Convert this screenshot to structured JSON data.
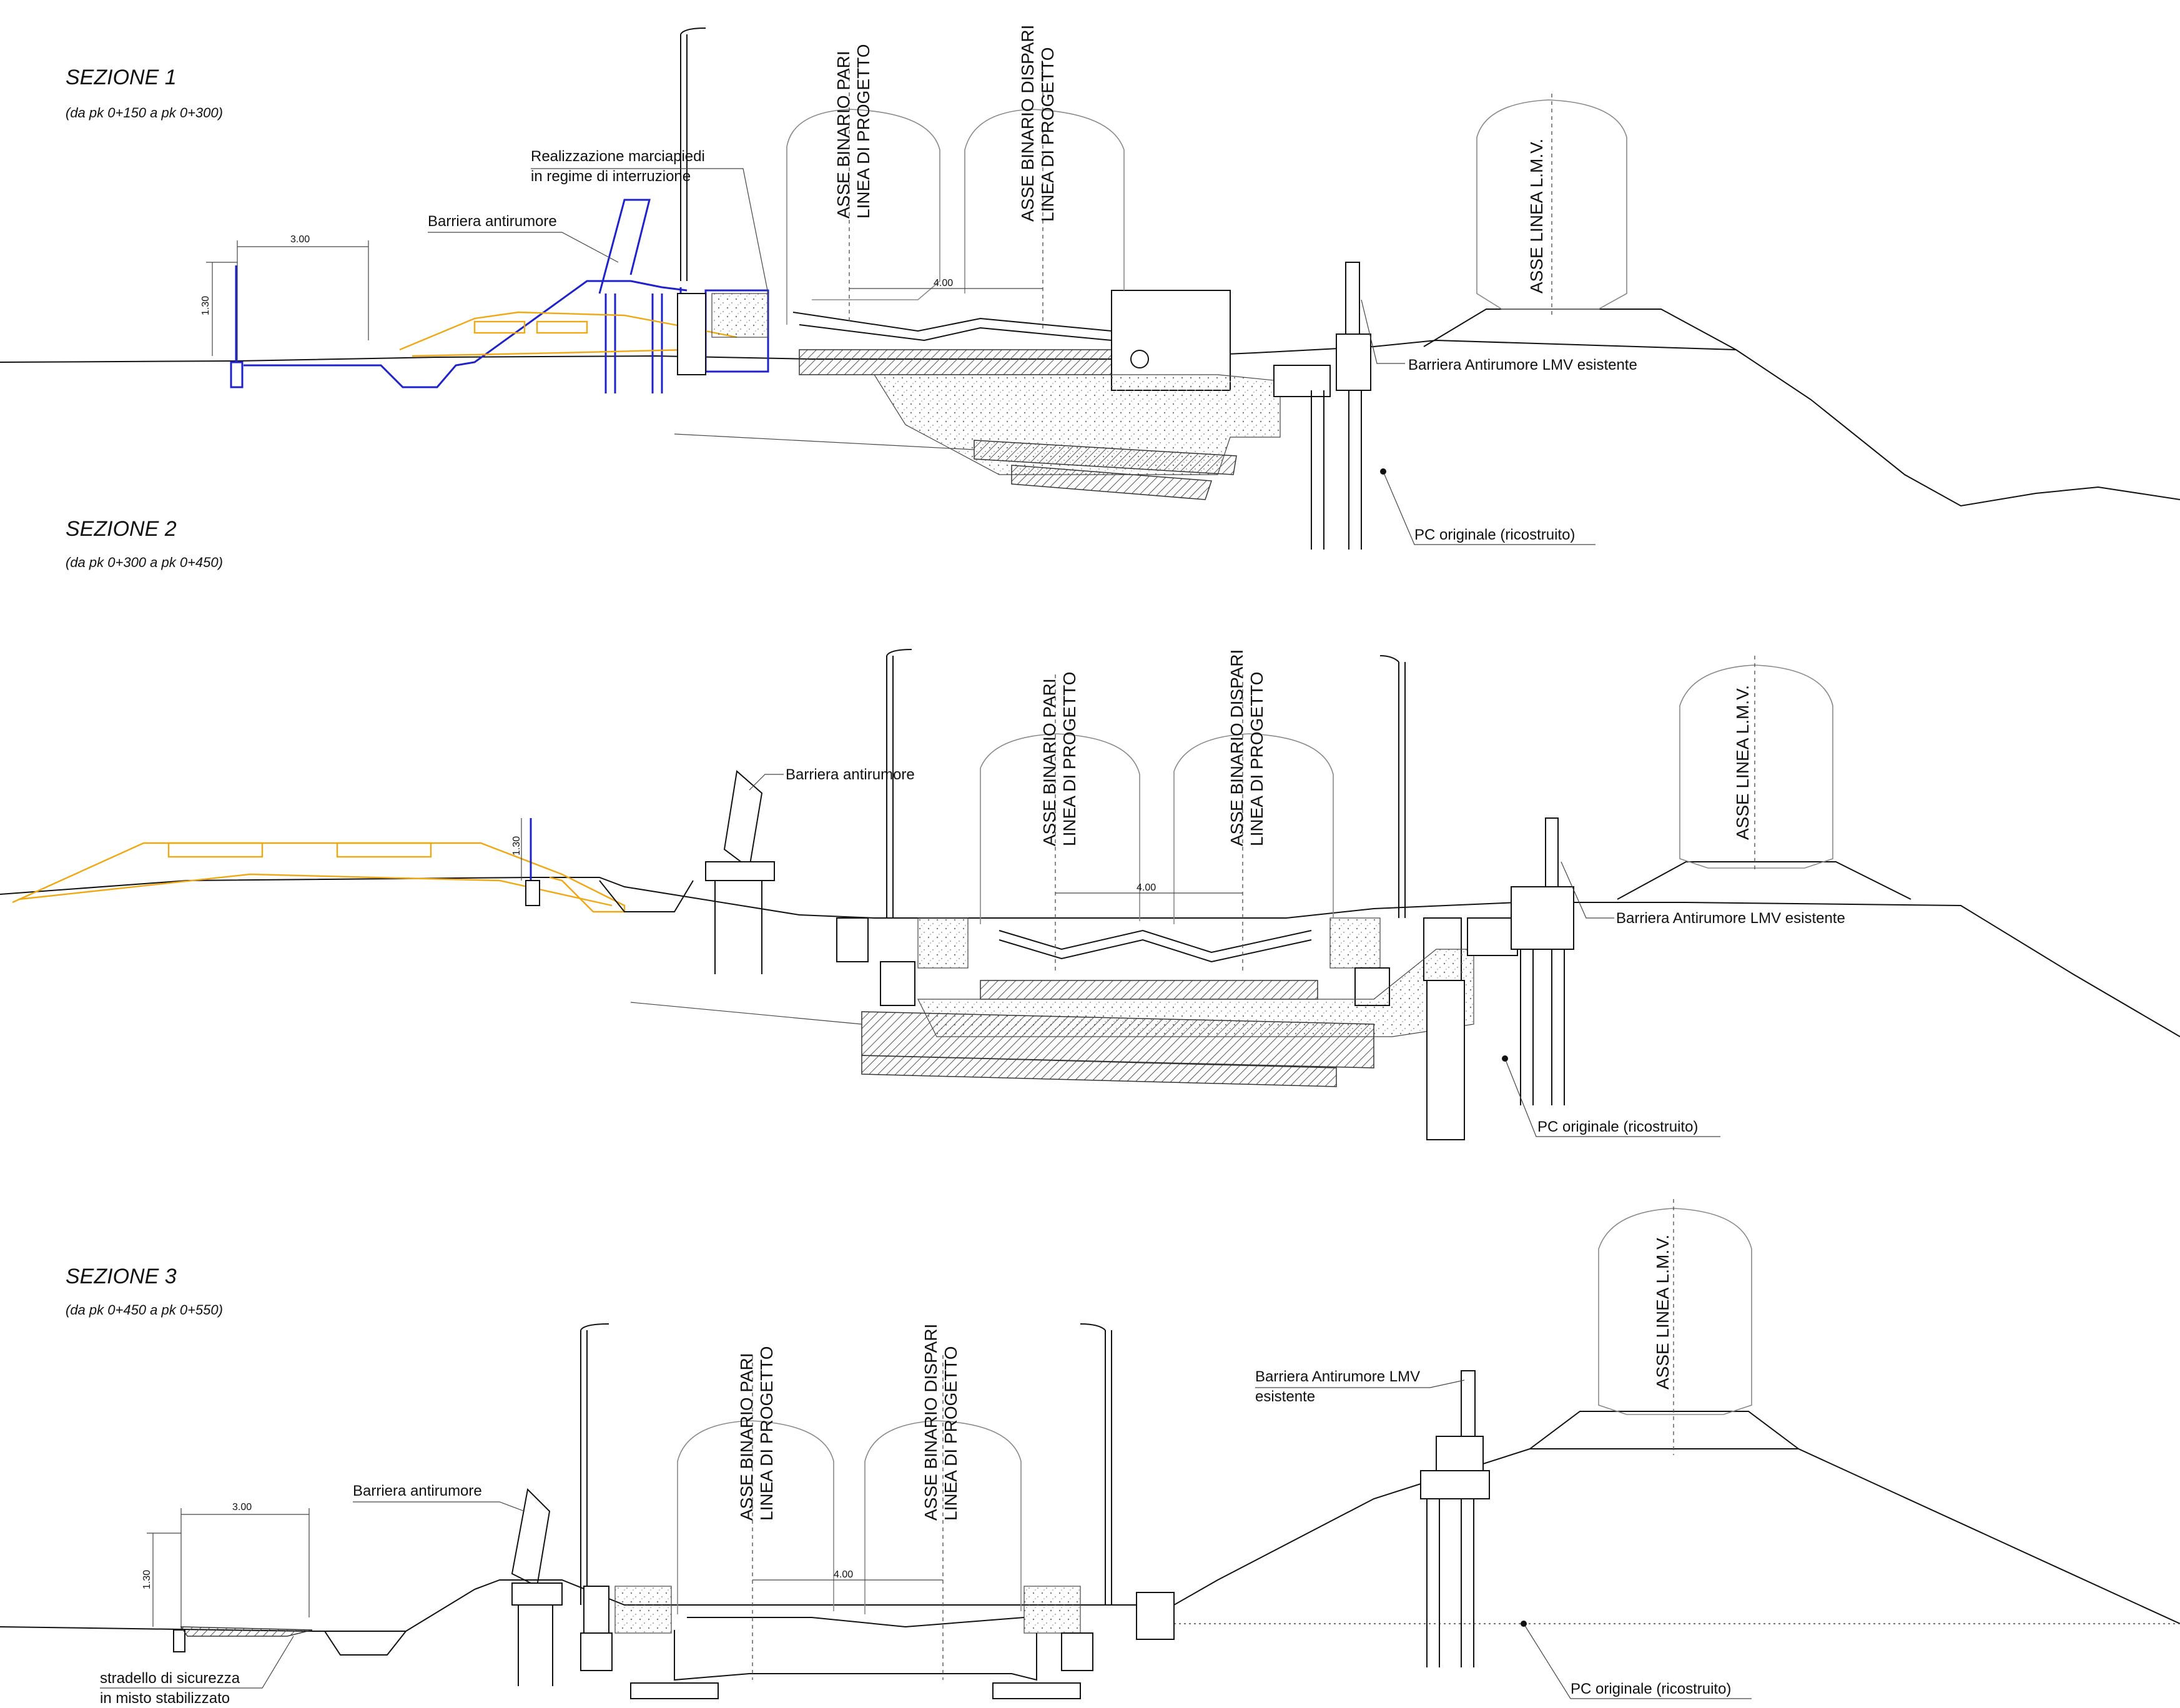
{
  "sections": [
    {
      "title": "SEZIONE 1",
      "range": "(da pk 0+150 a pk 0+300)",
      "labels": {
        "marciapiedi_1": "Realizzazione marciapiedi",
        "marciapiedi_2": "in regime di interruzione",
        "barriera": "Barriera antirumore",
        "barriera_lmv": "Barriera Antirumore LMV esistente",
        "pc": "PC originale (ricostruito)"
      },
      "axes": {
        "pari_1": "ASSE BINARIO PARI",
        "pari_2": "LINEA DI PROGETTO",
        "dispari_1": "ASSE BINARIO DISPARI",
        "dispari_2": "LINEA DI PROGETTO",
        "lmv": "ASSE LINEA L.M.V."
      },
      "dims": {
        "width": "3.00",
        "height": "1.30",
        "track": "4.00"
      }
    },
    {
      "title": "SEZIONE 2",
      "range": "(da pk 0+300 a pk 0+450)",
      "labels": {
        "barriera": "Barriera antirumore",
        "barriera_lmv": "Barriera Antirumore LMV esistente",
        "pc": "PC originale (ricostruito)"
      },
      "axes": {
        "pari_1": "ASSE BINARIO PARI",
        "pari_2": "LINEA DI PROGETTO",
        "dispari_1": "ASSE BINARIO DISPARI",
        "dispari_2": "LINEA DI PROGETTO",
        "lmv": "ASSE LINEA L.M.V."
      },
      "dims": {
        "height": "1.30",
        "track": "4.00"
      }
    },
    {
      "title": "SEZIONE 3",
      "range": "(da pk 0+450 a pk 0+550)",
      "labels": {
        "barriera": "Barriera antirumore",
        "barriera_lmv_1": "Barriera Antirumore LMV",
        "barriera_lmv_2": "esistente",
        "stradello_1": "stradello di sicurezza",
        "stradello_2": "in misto stabilizzato",
        "pc": "PC originale (ricostruito)"
      },
      "axes": {
        "pari_1": "ASSE BINARIO PARI",
        "pari_2": "LINEA DI PROGETTO",
        "dispari_1": "ASSE BINARIO DISPARI",
        "dispari_2": "LINEA DI PROGETTO",
        "lmv": "ASSE LINEA L.M.V."
      },
      "dims": {
        "width": "3.00",
        "height": "1.30",
        "track": "4.00"
      }
    }
  ],
  "colors": {
    "project": "#1d23c9",
    "existing_works": "#f0a812",
    "line": "#111111"
  }
}
